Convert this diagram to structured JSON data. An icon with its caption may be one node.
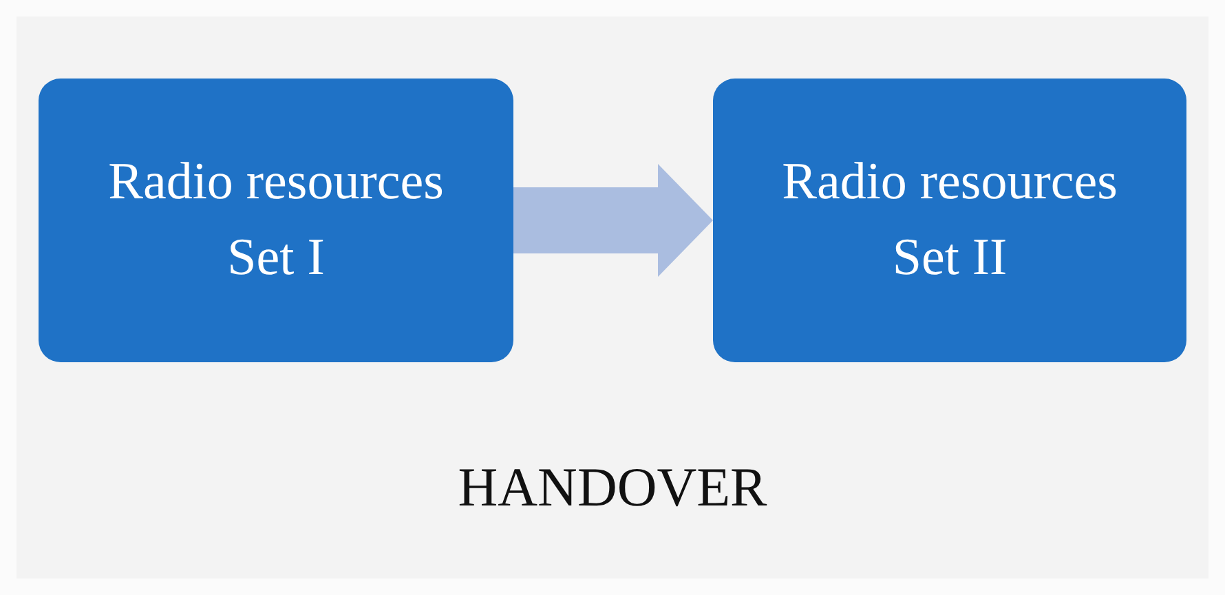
{
  "diagram": {
    "title": "HANDOVER",
    "nodes": [
      {
        "text": [
          "Radio resources Set I"
        ]
      },
      {
        "text": [
          "Radio resources Set II"
        ]
      }
    ],
    "edges": [
      {
        "from": 0,
        "to": 1,
        "arrow": "to",
        "color": "#aabde0"
      }
    ]
  }
}
